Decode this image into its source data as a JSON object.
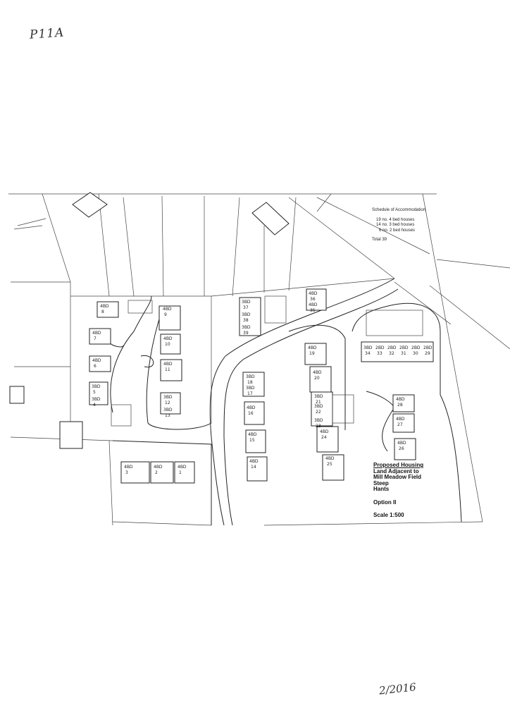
{
  "corner_reference": "P11A",
  "page_date": "2/2016",
  "schedule": {
    "heading": "Schedule of Accommodation",
    "rows": [
      "19 no. 4 bed houses",
      "14 no. 3 bed houses",
      "6 no. 2 bed houses"
    ],
    "total": "Total 39"
  },
  "title_block": {
    "lines": [
      "Proposed Housing",
      "Land Adjacent to",
      "Mill Meadow Field",
      "Steep",
      "Hants"
    ],
    "option": "Option II",
    "scale": "Scale 1:500"
  },
  "plots": [
    {
      "type": "4BD",
      "number": "8"
    },
    {
      "type": "4BD",
      "number": "7"
    },
    {
      "type": "4BD",
      "number": "6"
    },
    {
      "type": "3BD",
      "number": "5"
    },
    {
      "type": "3BD",
      "number": "4"
    },
    {
      "type": "4BD",
      "number": "9"
    },
    {
      "type": "4BD",
      "number": "10"
    },
    {
      "type": "4BD",
      "number": "11"
    },
    {
      "type": "3BD",
      "number": "12"
    },
    {
      "type": "3BD",
      "number": "13"
    },
    {
      "type": "4BD",
      "number": "3"
    },
    {
      "type": "4BD",
      "number": "2"
    },
    {
      "type": "4BD",
      "number": "1"
    },
    {
      "type": "3BD",
      "number": "37"
    },
    {
      "type": "3BD",
      "number": "38"
    },
    {
      "type": "3BD",
      "number": "39"
    },
    {
      "type": "4BD",
      "number": "36"
    },
    {
      "type": "4BD",
      "number": "35"
    },
    {
      "type": "3BD",
      "number": "18"
    },
    {
      "type": "3BD",
      "number": "17"
    },
    {
      "type": "4BD",
      "number": "16"
    },
    {
      "type": "4BD",
      "number": "15"
    },
    {
      "type": "4BD",
      "number": "14"
    },
    {
      "type": "4BD",
      "number": "19"
    },
    {
      "type": "4BD",
      "number": "20"
    },
    {
      "type": "3BD",
      "number": "21"
    },
    {
      "type": "3BD",
      "number": "22"
    },
    {
      "type": "3BD",
      "number": "23"
    },
    {
      "type": "4BD",
      "number": "24"
    },
    {
      "type": "4BD",
      "number": "25"
    },
    {
      "type": "4BD",
      "number": "28"
    },
    {
      "type": "4BD",
      "number": "27"
    },
    {
      "type": "4BD",
      "number": "26"
    },
    {
      "type": "3BD",
      "number": "34"
    },
    {
      "type": "2BD",
      "number": "33"
    },
    {
      "type": "2BD",
      "number": "32"
    },
    {
      "type": "2BD",
      "number": "31"
    },
    {
      "type": "2BD",
      "number": "30"
    },
    {
      "type": "2BD",
      "number": "29"
    }
  ]
}
